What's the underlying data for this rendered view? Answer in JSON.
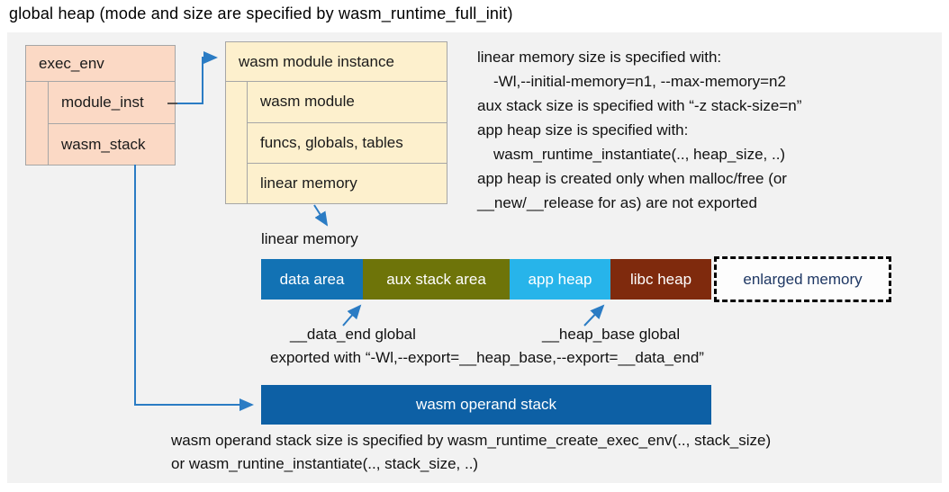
{
  "title": "global heap (mode and size are specified by wasm_runtime_full_init)",
  "exec_env": {
    "header": "exec_env",
    "rows": [
      "module_inst",
      "wasm_stack"
    ]
  },
  "module_instance": {
    "header": "wasm module instance",
    "rows": [
      "wasm module",
      "funcs, globals, tables",
      "linear memory"
    ]
  },
  "notes_top": {
    "lines": [
      "linear memory size is specified with:",
      "-Wl,--initial-memory=n1, --max-memory=n2",
      "aux stack size is specified with “-z stack-size=n”",
      "app heap size is specified with:",
      "wasm_runtime_instantiate(.., heap_size, ..)",
      "app heap is created only when malloc/free (or",
      "__new/__release for as) are not exported"
    ]
  },
  "linear_memory": {
    "label": "linear memory",
    "segments": [
      {
        "label": "data area",
        "color": "#1272b4"
      },
      {
        "label": "aux stack area",
        "color": "#6e7409"
      },
      {
        "label": "app heap",
        "color": "#27b4ea"
      },
      {
        "label": "libc heap",
        "color": "#7f2a0d"
      }
    ],
    "enlarged": {
      "label": "enlarged memory",
      "text_color": "#1f3864"
    }
  },
  "globals": {
    "data_end_label": "__data_end global",
    "heap_base_label": "__heap_base global",
    "exported_line": "exported with “-Wl,--export=__heap_base,--export=__data_end”"
  },
  "operand_stack": {
    "label": "wasm operand stack",
    "color": "#0d60a5",
    "notes": [
      "wasm operand stack size is specified by wasm_runtime_create_exec_env(.., stack_size)",
      "or wasm_runtine_instantiate(.., stack_size, ..)"
    ]
  },
  "colors": {
    "panel_bg": "#f2f2f2",
    "exec_env_fill": "#fbd9c5",
    "module_instance_fill": "#fdf0cd",
    "box_border": "#a6a6a6",
    "arrow": "#2b7cc4",
    "enlarged_border": "#000000"
  }
}
